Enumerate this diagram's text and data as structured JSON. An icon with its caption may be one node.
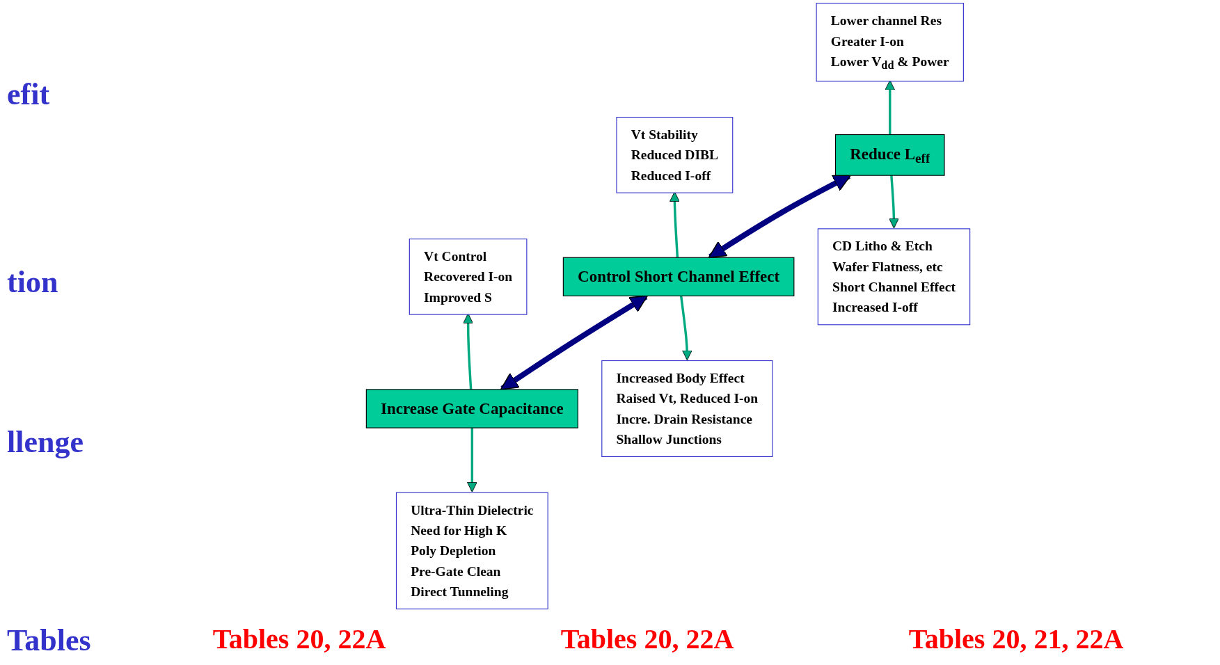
{
  "diagram": {
    "nodes": [
      {
        "text": [
          "Lower channel Res",
          "Greater I-on",
          "Lower V$_{dd}$ & Power"
        ]
      },
      {
        "text": [
          "Vt Stability",
          "Reduced DIBL",
          "Reduced I-off"
        ]
      },
      {
        "text": [
          "Vt Control",
          "Recovered I-on",
          "Improved S"
        ]
      },
      {
        "text": [
          "Reduce L$_{eff}$"
        ]
      },
      {
        "text": [
          "Control Short Channel Effect"
        ]
      },
      {
        "text": [
          "Increase Gate Capacitance"
        ]
      },
      {
        "text": [
          "CD Litho & Etch",
          "Wafer Flatness, etc",
          "Short Channel Effect",
          "Increased I-off"
        ]
      },
      {
        "text": [
          "Increased Body Effect",
          "Raised Vt, Reduced I-on",
          "Incre. Drain Resistance",
          "Shallow Junctions"
        ]
      },
      {
        "text": [
          "Ultra-Thin Dielectric",
          "Need for High K",
          "Poly Depletion",
          "Pre-Gate Clean",
          "Direct Tunneling"
        ]
      }
    ],
    "edges": [
      {
        "from": 3,
        "to": 0,
        "arrow": "to"
      },
      {
        "from": 4,
        "to": 1,
        "arrow": "to"
      },
      {
        "from": 5,
        "to": 2,
        "arrow": "to"
      },
      {
        "from": 3,
        "to": 4,
        "arrow": "both",
        "style": "thick",
        "color": "#000080"
      },
      {
        "from": 4,
        "to": 5,
        "arrow": "both",
        "style": "thick",
        "color": "#000080"
      },
      {
        "from": 3,
        "to": 6,
        "arrow": "to"
      },
      {
        "from": 4,
        "to": 7,
        "arrow": "to"
      },
      {
        "from": 5,
        "to": 8,
        "arrow": "to"
      }
    ],
    "labels": [
      "efit",
      "tion",
      "llenge",
      "Tables",
      "Tables 20, 22A",
      "Tables 20, 22A",
      "Tables 20, 21, 22A"
    ]
  }
}
